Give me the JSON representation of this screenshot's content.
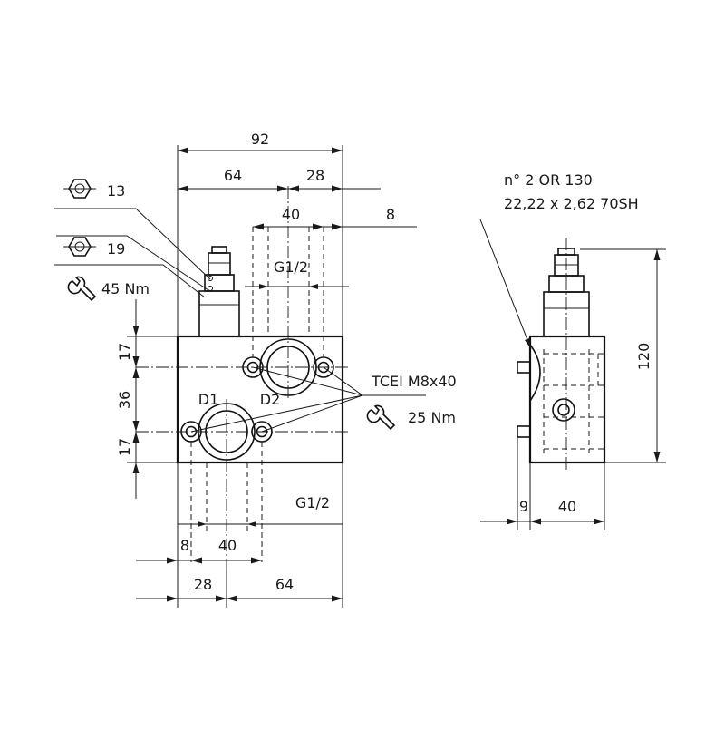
{
  "dimensions": {
    "overall_width": "92",
    "left_segment": "64",
    "right_segment": "28",
    "port_spacing_top": "40",
    "port_offset_top": "8",
    "port_spacing_bottom": "40",
    "port_offset_bottom": "8",
    "bottom_left": "28",
    "bottom_right": "64",
    "vertical_top": "17",
    "vertical_middle": "36",
    "vertical_bottom": "17",
    "side_height": "120",
    "side_offset": "9",
    "side_width": "40"
  },
  "ports": {
    "top_thread": "G1/2",
    "bottom_thread": "G1/2",
    "d1": "D1",
    "d2": "D2"
  },
  "fasteners": {
    "wrench_size_small": "13",
    "wrench_size_large": "19",
    "cartridge_torque": "45 Nm",
    "bolt_spec": "TCEI M8x40",
    "bolt_torque": "25 Nm"
  },
  "seal": {
    "line1": "n° 2 OR 130",
    "line2": "22,22 x 2,62 70SH"
  }
}
